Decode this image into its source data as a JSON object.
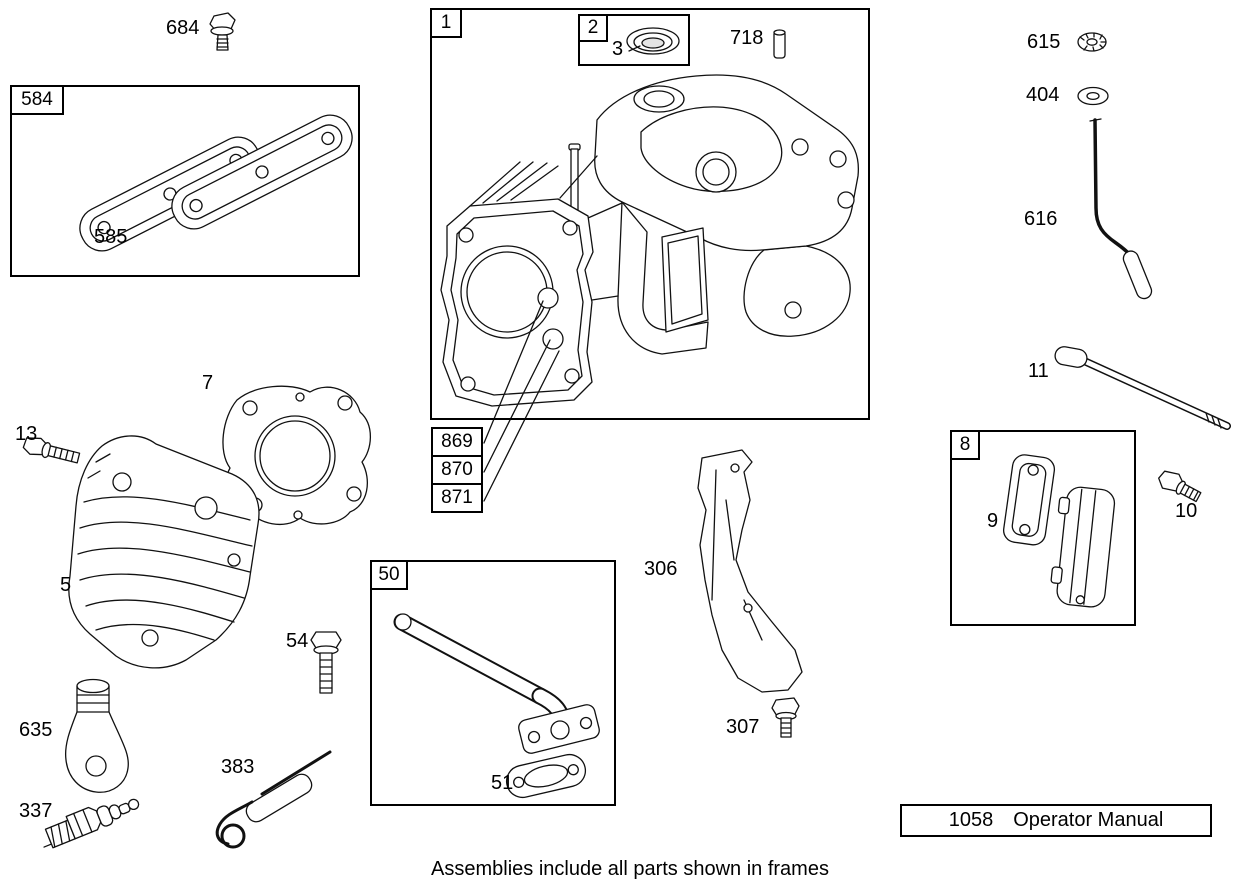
{
  "colors": {
    "ink": "#111111",
    "background": "#ffffff"
  },
  "frames": {
    "f1": {
      "label": "1"
    },
    "f2": {
      "label": "2"
    },
    "f8": {
      "label": "8"
    },
    "f50": {
      "label": "50"
    },
    "f584": {
      "label": "584"
    }
  },
  "callouts": {
    "c869": "869",
    "c870": "870",
    "c871": "871"
  },
  "labels": {
    "p3": "3",
    "p5": "5",
    "p7": "7",
    "p9": "9",
    "p10": "10",
    "p11": "11",
    "p13": "13",
    "p51": "51",
    "p54": "54",
    "p306": "306",
    "p307": "307",
    "p337": "337",
    "p383": "383",
    "p404": "404",
    "p585": "585",
    "p615": "615",
    "p616": "616",
    "p635": "635",
    "p684": "684",
    "p718": "718"
  },
  "operator_manual": {
    "number": "1058",
    "title": "Operator Manual"
  },
  "footer_note": "Assemblies include all parts shown in frames"
}
